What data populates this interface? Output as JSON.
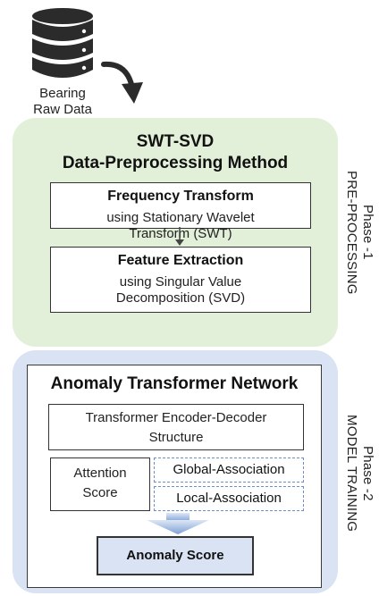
{
  "input": {
    "label_line1": "Bearing",
    "label_line2": "Raw Data",
    "icon": "database-icon"
  },
  "phase1": {
    "title_line1": "SWT-SVD",
    "title_line2": "Data-Preprocessing Method",
    "side_label_line1": "Phase -1",
    "side_label_line2": "PRE-PROCESSING",
    "freq_box": {
      "title": "Frequency Transform",
      "desc_line1": "using Stationary Wavelet",
      "desc_line2": "Transform (SWT)"
    },
    "feature_box": {
      "title": "Feature Extraction",
      "desc_line1": "using Singular Value",
      "desc_line2": "Decomposition (SVD)"
    }
  },
  "phase2": {
    "title": "Anomaly Transformer Network",
    "side_label_line1": "Phase -2",
    "side_label_line2": "MODEL TRAINING",
    "structure_box": {
      "line1": "Transformer  Encoder-Decoder",
      "line2": "Structure"
    },
    "attention_box": {
      "line1": "Attention",
      "line2": "Score"
    },
    "global_assoc": "Global-Association",
    "local_assoc": "Local-Association",
    "score_box": "Anomaly Score"
  },
  "colors": {
    "phase1_bg": "#e2efd9",
    "phase2_bg": "#dae3f3",
    "dashed_border": "#6d8fc8",
    "db_icon": "#2b2b2b"
  }
}
